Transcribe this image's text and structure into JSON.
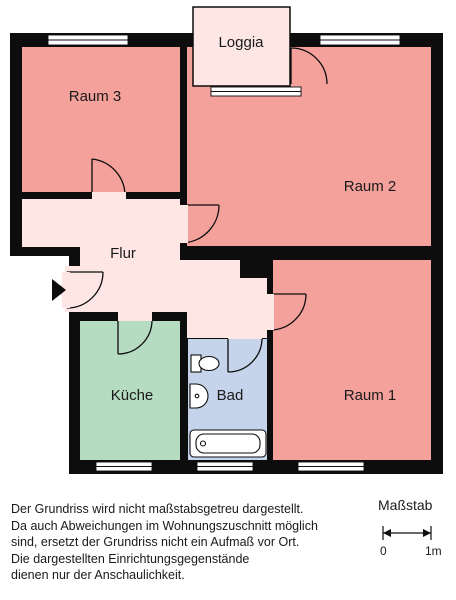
{
  "colors": {
    "wall": "#0d0d0d",
    "living_room": "#f4a19c",
    "hallway": "#fde6e4",
    "kitchen": "#b5dbc0",
    "bathroom": "#c5d4ea",
    "window": "#ffffff"
  },
  "rooms": {
    "loggia": "Loggia",
    "raum3": "Raum 3",
    "raum2": "Raum 2",
    "flur": "Flur",
    "kueche": "Küche",
    "bad": "Bad",
    "raum1": "Raum 1"
  },
  "entrance_marker": "triangle-arrow-icon",
  "disclaimer": {
    "line1": "Der Grundriss wird nicht maßstabsgetreu dargestellt.",
    "line2": "Da auch Abweichungen im Wohnungszuschnitt möglich",
    "line3": "sind, ersetzt der Grundriss nicht ein Aufmaß vor Ort.",
    "line4": "Die dargestellten Einrichtungsgegenstände",
    "line5": "dienen nur der Anschaulichkeit."
  },
  "scale": {
    "title": "Maßstab",
    "start": "0",
    "end": "1m"
  }
}
